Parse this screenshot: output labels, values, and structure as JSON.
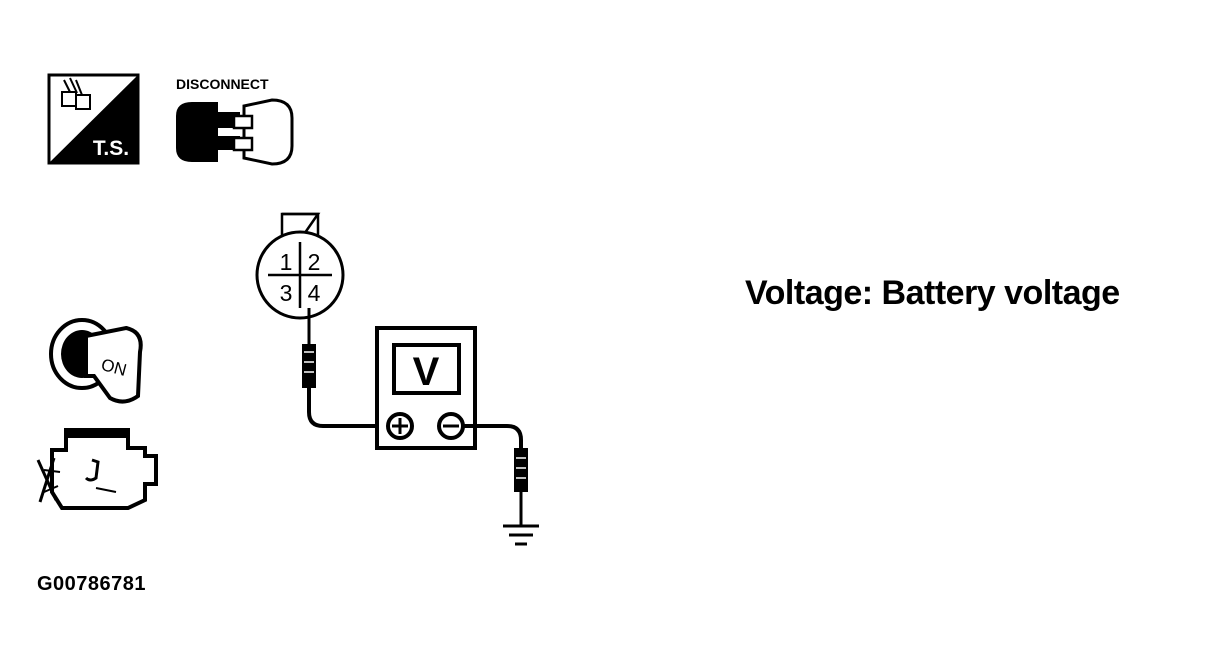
{
  "icons": {
    "ts_label": "T.S.",
    "disconnect_label": "DISCONNECT",
    "ignition_label": "ON"
  },
  "connector": {
    "pins": [
      "1",
      "2",
      "3",
      "4"
    ]
  },
  "meter": {
    "display": "V",
    "plus_symbol": "+",
    "minus_symbol": "−"
  },
  "spec_text": "Voltage: Battery voltage",
  "figure_id": "G00786781"
}
